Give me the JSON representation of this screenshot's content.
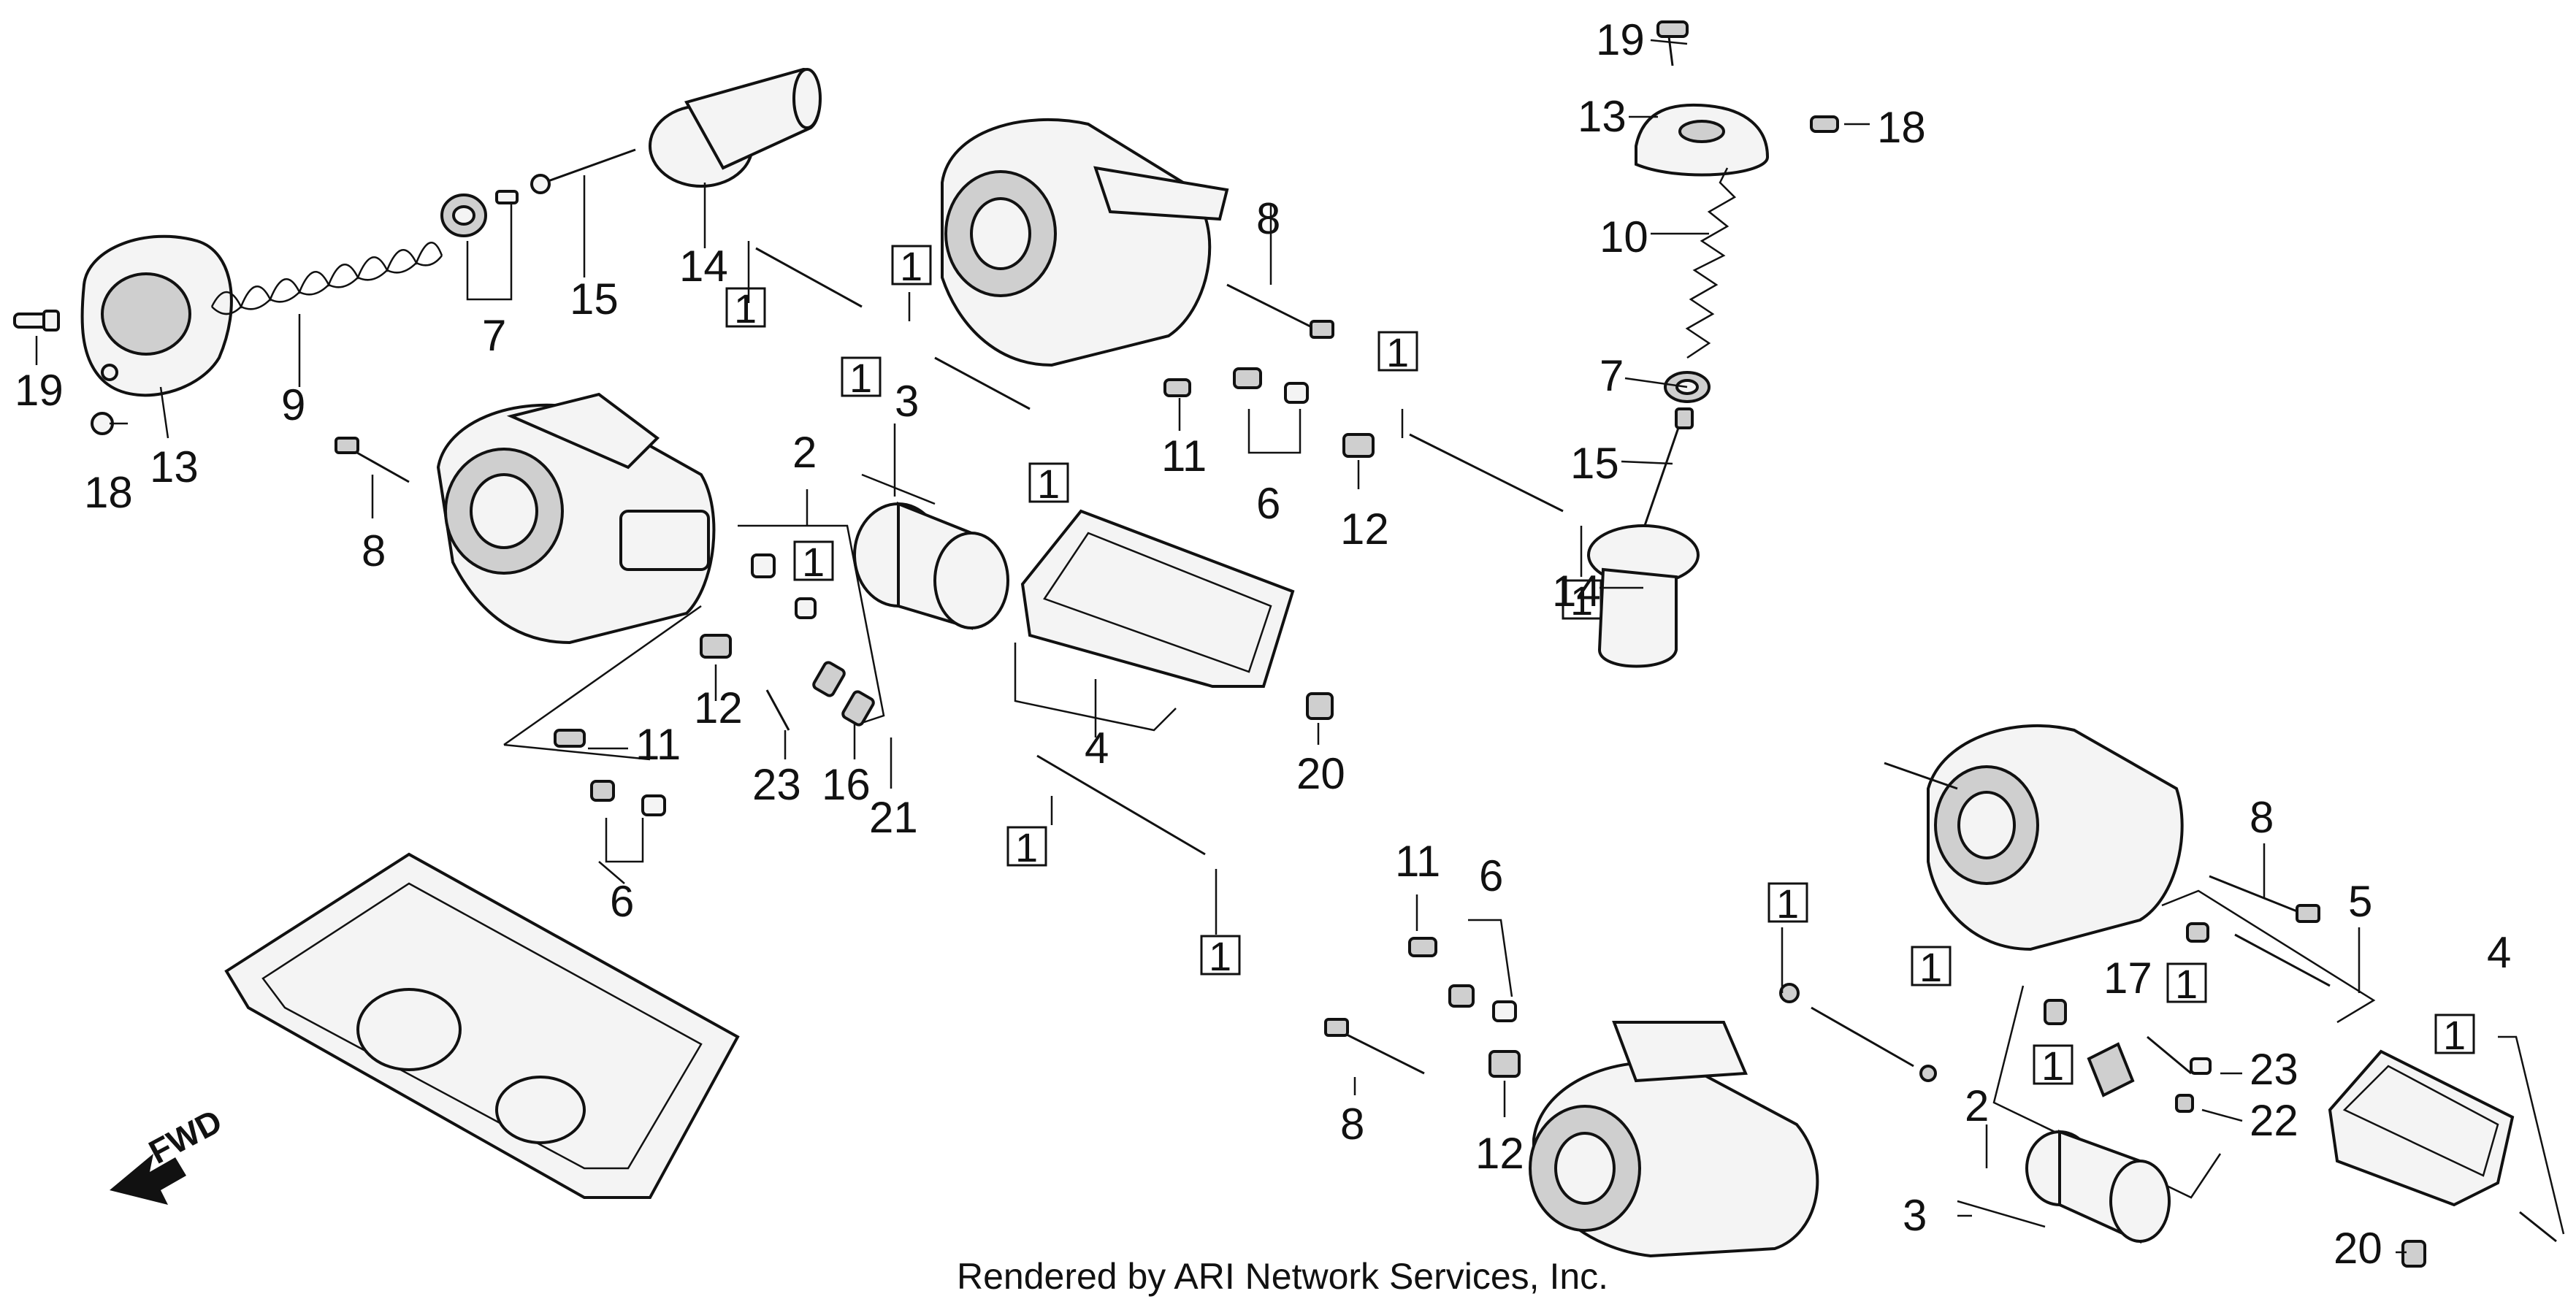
{
  "credit": "Rendered by ARI Network Services, Inc.",
  "fwd_label": "FWD",
  "ref_box_label": "1",
  "labels": {
    "l19a": "19",
    "l18a": "18",
    "l13a": "13",
    "l9": "9",
    "l7a": "7",
    "l15a": "15",
    "l14a": "14",
    "l8a": "8",
    "l2a": "2",
    "l3a": "3",
    "l12a": "12",
    "l11a": "11",
    "l23a": "23",
    "l16": "16",
    "l21": "21",
    "l6a": "6",
    "l4a": "4",
    "l8b": "8",
    "l11b": "11",
    "l6b": "6",
    "l12b": "12",
    "l20a": "20",
    "l19b": "19",
    "l13b": "13",
    "l18b": "18",
    "l10": "10",
    "l7b": "7",
    "l15b": "15",
    "l14b": "14",
    "l11c": "11",
    "l6c": "6",
    "l8c": "8",
    "l12c": "12",
    "l8d": "8",
    "l5": "5",
    "l17": "17",
    "l23b": "23",
    "l22": "22",
    "l2b": "2",
    "l3b": "3",
    "l4b": "4",
    "l20b": "20"
  }
}
